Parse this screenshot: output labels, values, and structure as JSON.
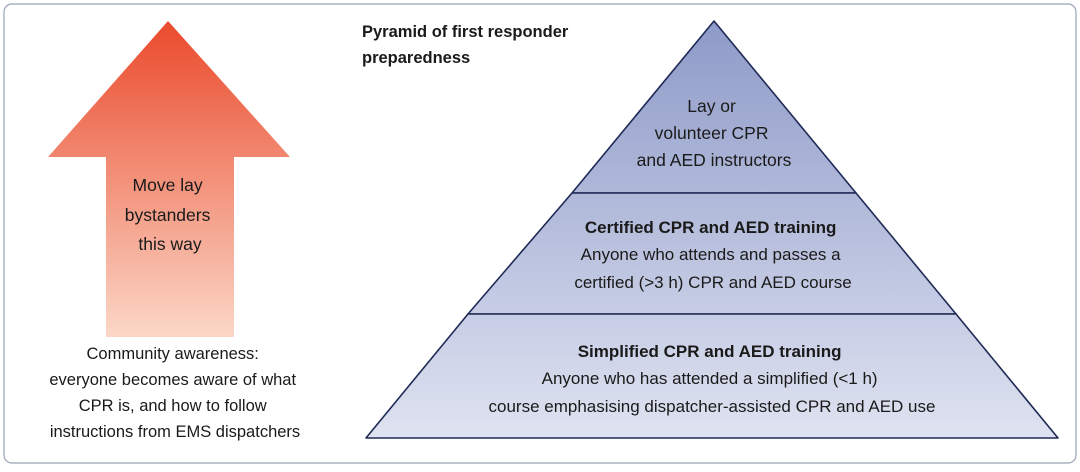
{
  "title": {
    "line1": "Pyramid of first responder",
    "line2": "preparedness"
  },
  "arrow": {
    "lines": [
      "Move lay",
      "bystanders",
      "this way"
    ],
    "color_top": "#ea4a2c",
    "color_bottom": "#fbd7c7"
  },
  "community": {
    "lines": [
      "Community awareness:",
      "everyone becomes aware of what",
      "CPR is, and how to follow",
      "instructions from EMS dispatchers"
    ]
  },
  "pyramid": {
    "colors": {
      "top": "#8e9ac8",
      "bottom": "#dfe3f1",
      "stroke": "#1f2a55"
    },
    "tiers": [
      {
        "heading": "",
        "lines": [
          "Lay or",
          "volunteer CPR",
          "and AED instructors"
        ]
      },
      {
        "heading": "Certified CPR and AED training",
        "lines": [
          "Anyone who attends and passes a",
          "certified (>3 h) CPR and AED course"
        ]
      },
      {
        "heading": "Simplified CPR and AED training",
        "lines": [
          "Anyone who has attended a simplified (<1 h)",
          "course emphasising dispatcher-assisted CPR and AED use"
        ]
      }
    ]
  },
  "frame_color": "#9aa3b5"
}
